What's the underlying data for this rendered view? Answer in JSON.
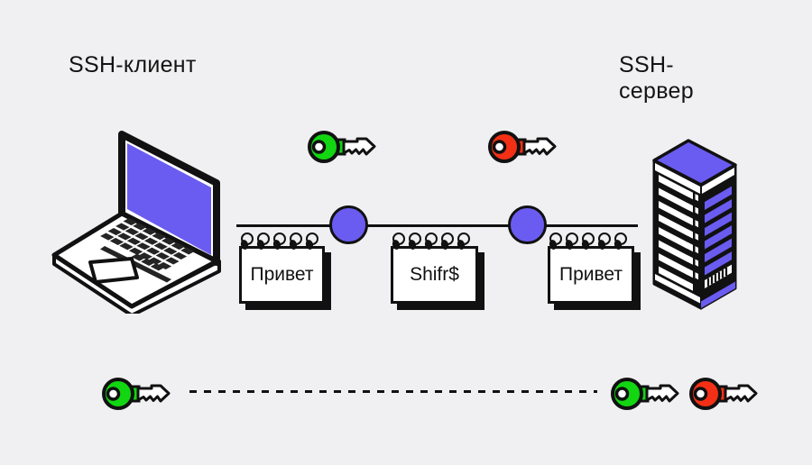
{
  "labels": {
    "client": "SSH-клиент",
    "server": "SSH-сервер"
  },
  "messages": [
    {
      "text": "Привет"
    },
    {
      "text": "Shifr$"
    },
    {
      "text": "Привет"
    }
  ],
  "colors": {
    "background": "#f0f0f2",
    "accent_purple": "#6a5cf1",
    "key_green": "#12d612",
    "key_red": "#f33015",
    "ink": "#111111"
  },
  "icons": {
    "laptop": "isometric laptop with purple screen (SSH client)",
    "server_rack": "isometric server tower, purple top and slats (SSH server)",
    "green_key": "green key glyph (client key)",
    "red_key": "red key glyph (server key)",
    "session_node": "purple circle on connection line",
    "note_plain_1": "spiral notepad with plaintext message",
    "note_encrypted": "spiral notepad with encrypted message",
    "note_plain_2": "spiral notepad with decrypted message",
    "connection_line": "solid line between client and server",
    "key_exchange_line": "dashed line between client key and server keys"
  }
}
